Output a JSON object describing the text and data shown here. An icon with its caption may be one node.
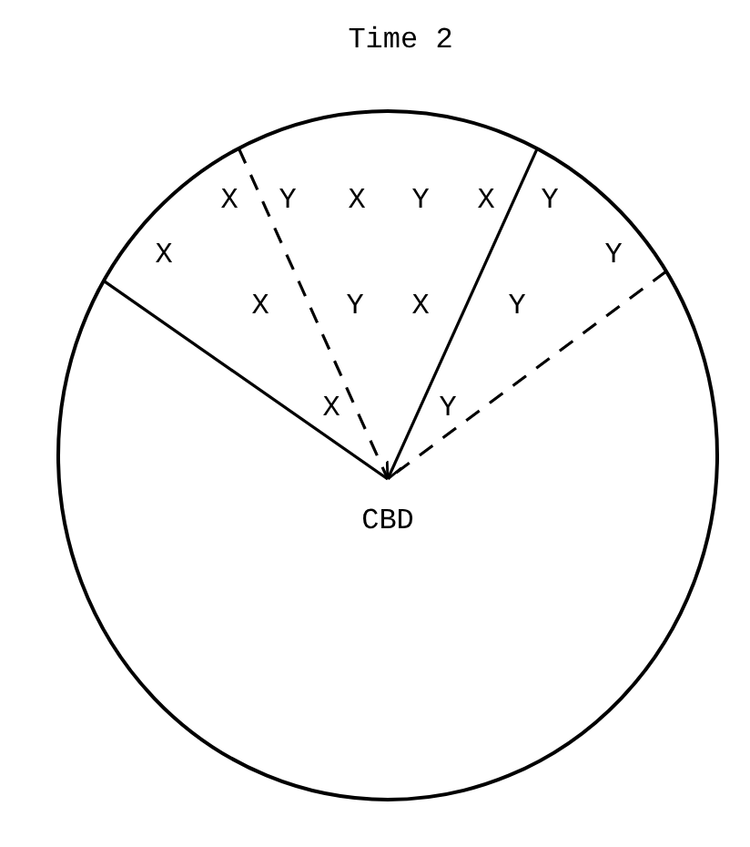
{
  "diagram": {
    "title": "Time 2",
    "nodes": [
      {
        "text": [],
        "shape": "circle"
      },
      {
        "text": [
          "CBD"
        ],
        "in": 0
      }
    ],
    "edges": [
      {
        "from": 0,
        "to": 1,
        "arrow": "none"
      },
      {
        "from": 0,
        "to": 1,
        "arrow": "none",
        "style": "dashed"
      },
      {
        "from": 0,
        "to": 1,
        "arrow": "to"
      },
      {
        "from": 0,
        "to": 1,
        "arrow": "none",
        "style": "dashed"
      }
    ],
    "labels": [
      "X",
      "Y",
      "X",
      "Y",
      "X",
      "Y",
      "X",
      "Y",
      "X",
      "Y",
      "X",
      "Y",
      "X",
      "Y"
    ]
  }
}
